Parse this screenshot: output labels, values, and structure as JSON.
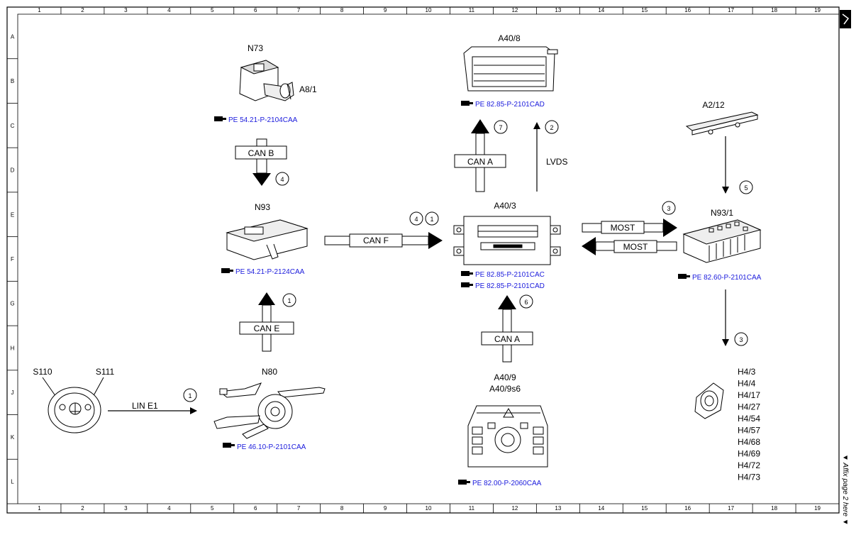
{
  "grid": {
    "columns": [
      "1",
      "2",
      "3",
      "4",
      "5",
      "6",
      "7",
      "8",
      "9",
      "10",
      "11",
      "12",
      "13",
      "14",
      "15",
      "16",
      "17",
      "18",
      "19"
    ],
    "rows": [
      "A",
      "B",
      "C",
      "D",
      "E",
      "F",
      "G",
      "H",
      "J",
      "K",
      "L"
    ]
  },
  "components": {
    "n73": {
      "label": "N73",
      "sublabel": "A8/1",
      "ref": "PE 54.21-P-2104CAA"
    },
    "n93": {
      "label": "N93",
      "ref": "PE 54.21-P-2124CAA"
    },
    "n80": {
      "label": "N80",
      "ref": "PE 46.10-P-2101CAA"
    },
    "a40_8": {
      "label": "A40/8",
      "ref": "PE 82.85-P-2101CAD"
    },
    "a40_3": {
      "label": "A40/3",
      "ref1": "PE 82.85-P-2101CAC",
      "ref2": "PE 82.85-P-2101CAD"
    },
    "a40_9": {
      "label1": "A40/9",
      "label2": "A40/9s6",
      "ref": "PE 82.00-P-2060CAA"
    },
    "a2_12": {
      "label": "A2/12"
    },
    "n93_1": {
      "label": "N93/1",
      "ref": "PE 82.60-P-2101CAA"
    },
    "steering_wheel": {
      "label_left": "S110",
      "label_right": "S111"
    },
    "speakers": {
      "labels": [
        "H4/3",
        "H4/4",
        "H4/17",
        "H4/27",
        "H4/54",
        "H4/57",
        "H4/68",
        "H4/69",
        "H4/72",
        "H4/73"
      ]
    }
  },
  "connections": {
    "can_b": "CAN B",
    "can_e": "CAN E",
    "can_f": "CAN F",
    "can_a_top": "CAN A",
    "can_a_bottom": "CAN A",
    "lvds": "LVDS",
    "most_right": "MOST",
    "most_left": "MOST",
    "lin_e1": "LIN E1"
  },
  "steps": {
    "s_canb": "4",
    "s_cane": "1",
    "s_canf_a": "4",
    "s_canf_b": "1",
    "s_cana_top": "7",
    "s_lvds": "2",
    "s_cana_bottom": "6",
    "s_most": "3",
    "s_a212": "5",
    "s_speakers": "3",
    "s_lin": "1"
  },
  "side_note": "▼ Affix page 2 here ▼",
  "colors": {
    "ref_link": "#1a1adc",
    "ink": "#000000"
  }
}
